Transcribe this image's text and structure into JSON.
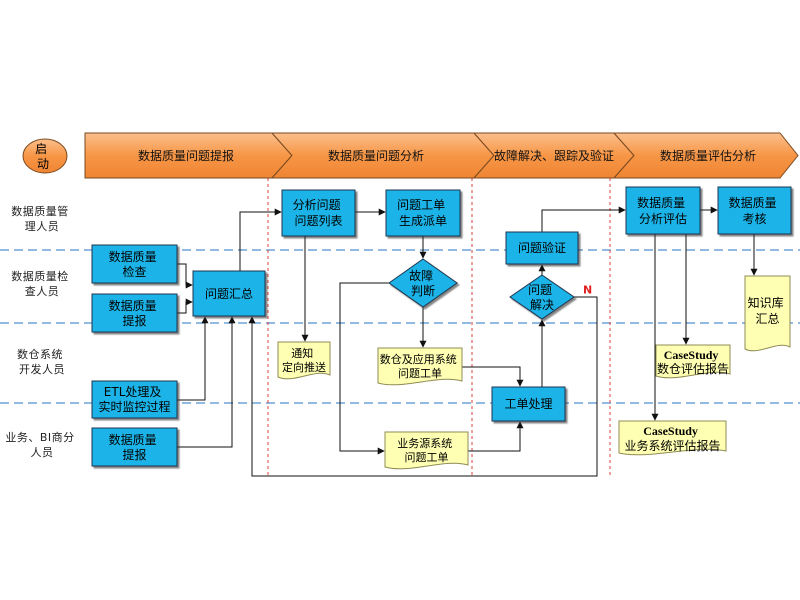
{
  "start": {
    "lines": [
      "启",
      "动"
    ]
  },
  "phases": [
    {
      "label": "数据质量问题提报"
    },
    {
      "label": "数据质量问题分析"
    },
    {
      "label": "故障解决、跟踪及验证"
    },
    {
      "label": "数据质量评估分析"
    }
  ],
  "lanes": [
    {
      "lines": [
        "数据质量管",
        "理人员"
      ]
    },
    {
      "lines": [
        "数据质量检",
        "查人员"
      ]
    },
    {
      "lines": [
        "数仓系统",
        "开发人员"
      ]
    },
    {
      "lines": [
        "业务、BI商分",
        "人员"
      ]
    }
  ],
  "processes": {
    "data_check": {
      "lines": [
        "数据质量",
        "检查"
      ]
    },
    "data_report": {
      "lines": [
        "数据质量",
        "提报"
      ]
    },
    "issue_summary": {
      "lines": [
        "问题汇总"
      ]
    },
    "etl_monitor": {
      "lines": [
        "ETL处理及",
        "实时监控过程"
      ]
    },
    "biz_report": {
      "lines": [
        "数据质量",
        "提报"
      ]
    },
    "analyze_list": {
      "lines": [
        "分析问题",
        "问题列表"
      ]
    },
    "ticket_dispatch": {
      "lines": [
        "问题工单",
        "生成派单"
      ]
    },
    "ticket_process": {
      "lines": [
        "工单处理"
      ]
    },
    "issue_verify": {
      "lines": [
        "问题验证"
      ]
    },
    "quality_assess": {
      "lines": [
        "数据质量",
        "分析评估"
      ]
    },
    "quality_review": {
      "lines": [
        "数据质量",
        "考核"
      ]
    }
  },
  "decisions": {
    "fault_judge": {
      "lines": [
        "故障",
        "判断"
      ]
    },
    "issue_solved": {
      "lines": [
        "问题",
        "解决"
      ]
    }
  },
  "documents": {
    "notify_push": {
      "lines": [
        "通知",
        "定向推送"
      ]
    },
    "dw_app_ticket": {
      "lines": [
        "数仓及应用系统",
        "问题工单"
      ]
    },
    "source_ticket": {
      "lines": [
        "业务源系统",
        "问题工单"
      ]
    },
    "knowledge_base": {
      "lines": [
        "知识库",
        "汇总"
      ]
    },
    "casestudy_dw": {
      "lines": [
        "CaseStudy",
        "数仓评估报告"
      ]
    },
    "casestudy_biz": {
      "lines": [
        "CaseStudy",
        "业务系统评估报告"
      ]
    }
  },
  "edge_labels": {
    "no": "N"
  },
  "colors": {
    "phase": "#F79646",
    "process": "#1FB4E8",
    "document": "#FFFFB3",
    "lane_divider": "#4F8FD0",
    "phase_divider": "#E0403A",
    "no_label": "#E02020"
  }
}
